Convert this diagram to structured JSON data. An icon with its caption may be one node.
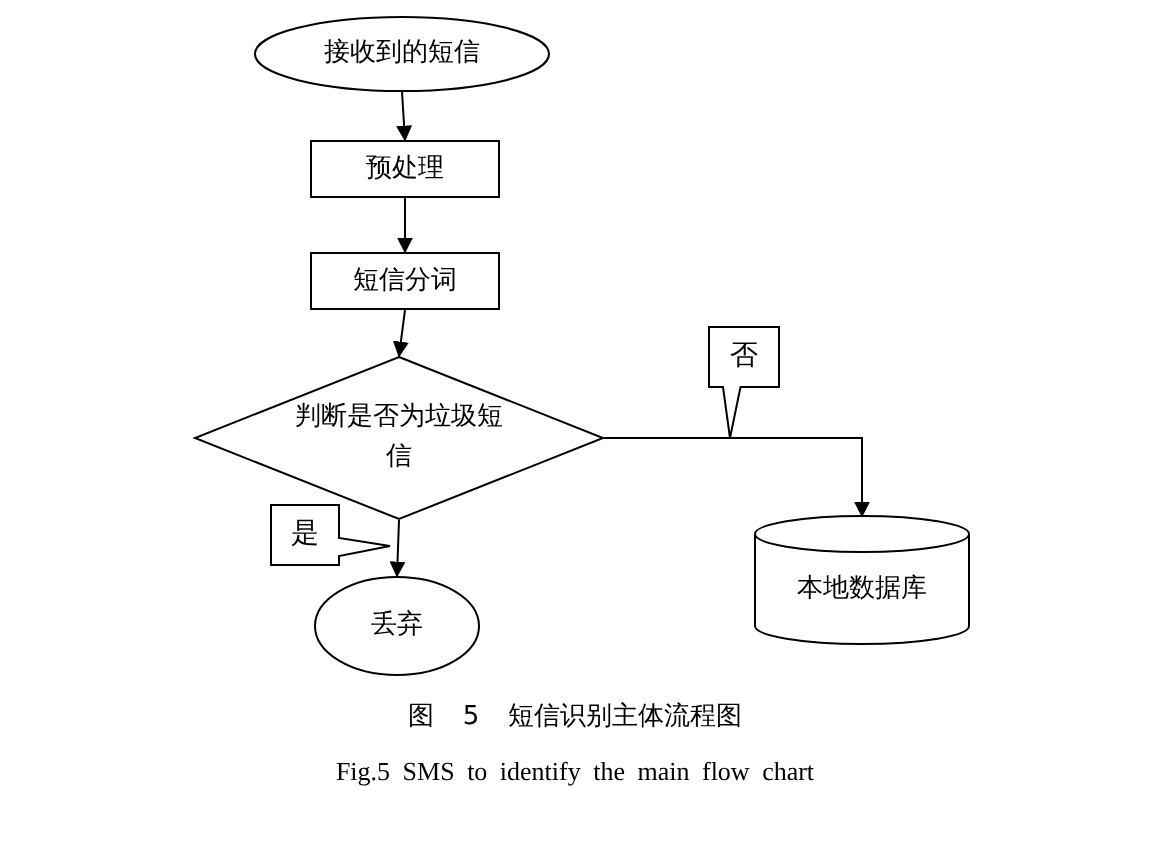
{
  "diagram": {
    "caption": "图 5 短信识别主体流程图",
    "nodes": [
      {
        "text": [
          "接收到的短信"
        ]
      },
      {
        "text": [
          "预处理"
        ]
      },
      {
        "text": [
          "短信分词"
        ]
      },
      {
        "text": [
          "判断是否为垃圾短信"
        ]
      },
      {
        "text": [
          "本地数据库"
        ]
      },
      {
        "text": [
          "丢弃"
        ]
      }
    ],
    "edges": [
      {
        "from": 0,
        "to": 1,
        "arrow": "to"
      },
      {
        "from": 1,
        "to": 2,
        "arrow": "to"
      },
      {
        "from": 2,
        "to": 3,
        "arrow": "to"
      },
      {
        "from": 3,
        "to": 4,
        "arrow": "to",
        "label": "否"
      },
      {
        "from": 3,
        "to": 5,
        "arrow": "to",
        "label": "是"
      }
    ],
    "labels": [
      "Fig.5 SMS to identify the main flow chart"
    ]
  }
}
